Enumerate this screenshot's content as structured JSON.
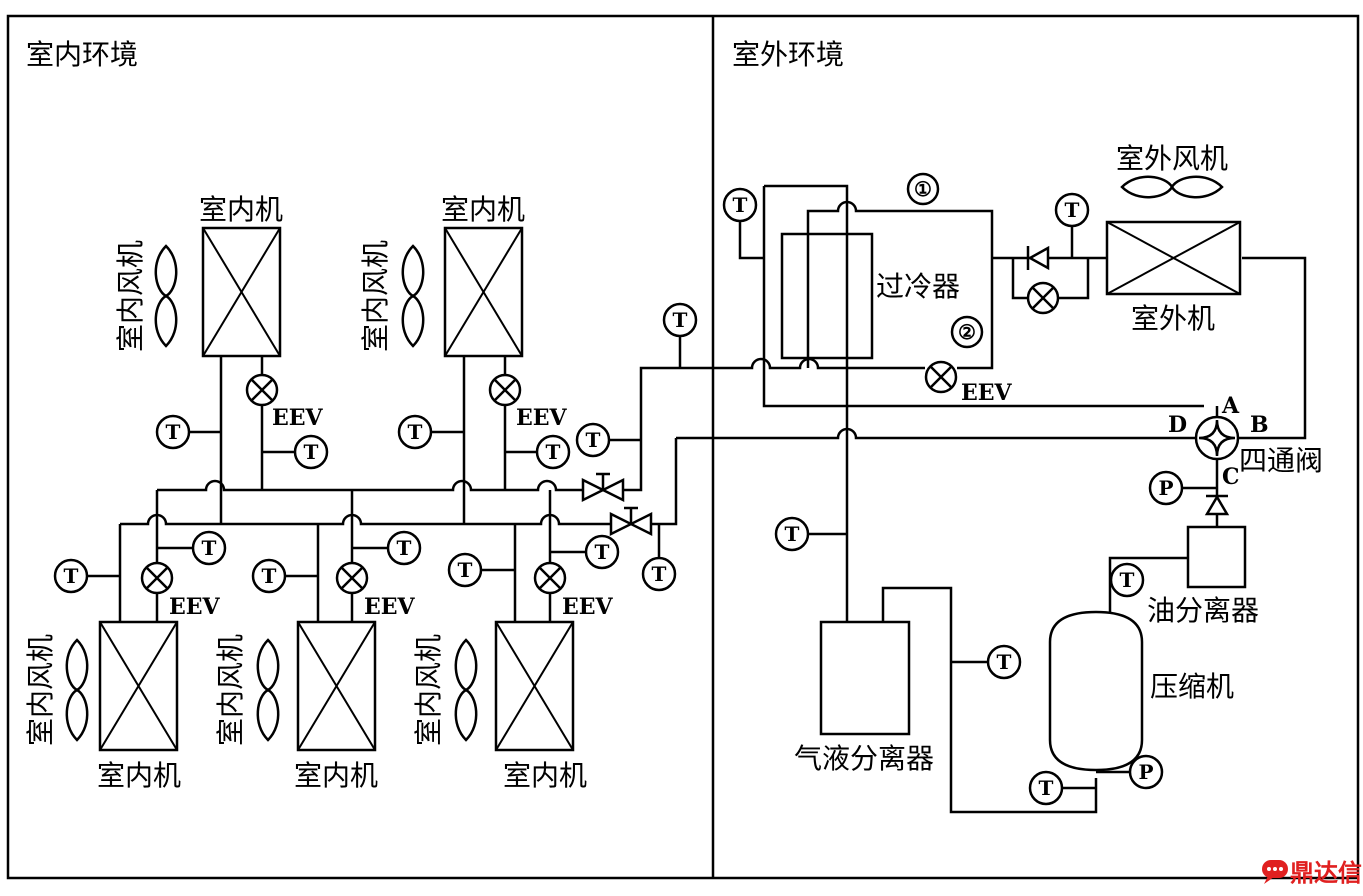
{
  "zones": {
    "indoor": "室内环境",
    "outdoor": "室外环境"
  },
  "labels": {
    "indoor_unit": "室内机",
    "indoor_fan": "室内风机",
    "outdoor_fan": "室外风机",
    "outdoor_unit": "室外机",
    "subcooler": "过冷器",
    "four_way_valve": "四通阀",
    "oil_separator": "油分离器",
    "compressor": "压缩机",
    "gas_liquid_separator": "气液分离器",
    "eev": "EEV"
  },
  "sensors": {
    "temperature": "T",
    "pressure": "P"
  },
  "circuits": {
    "one": "①",
    "two": "②"
  },
  "ports": {
    "a": "A",
    "b": "B",
    "c": "C",
    "d": "D"
  },
  "colors": {
    "line": "#000000",
    "watermark": "#e02020"
  },
  "watermark": "鼎达信",
  "icons": {
    "watermark_logo": "speech-bubble-logo-icon"
  }
}
